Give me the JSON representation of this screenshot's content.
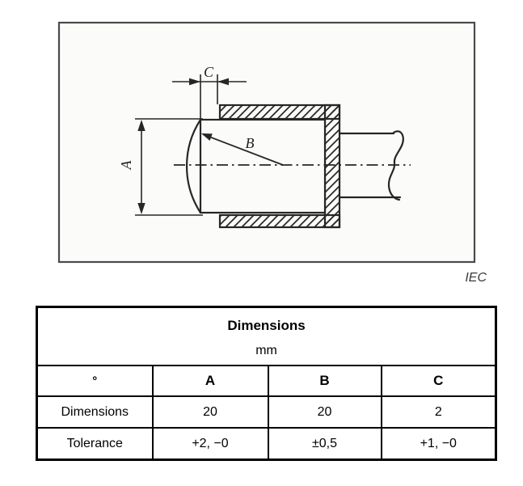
{
  "figure": {
    "label_a": "A",
    "label_b": "B",
    "label_c": "C",
    "credit": "IEC"
  },
  "table": {
    "title": "Dimensions",
    "unit": "mm",
    "corner_header": "°",
    "columns": [
      "A",
      "B",
      "C"
    ],
    "rows": [
      {
        "label": "Dimensions",
        "values": [
          "20",
          "20",
          "2"
        ]
      },
      {
        "label": "Tolerance",
        "values": [
          "+2, −0",
          "±0,5",
          "+1, −0"
        ]
      }
    ]
  },
  "colors": {
    "ink": "#262626",
    "frame": "#4a4a4a",
    "table_border": "#000000"
  }
}
